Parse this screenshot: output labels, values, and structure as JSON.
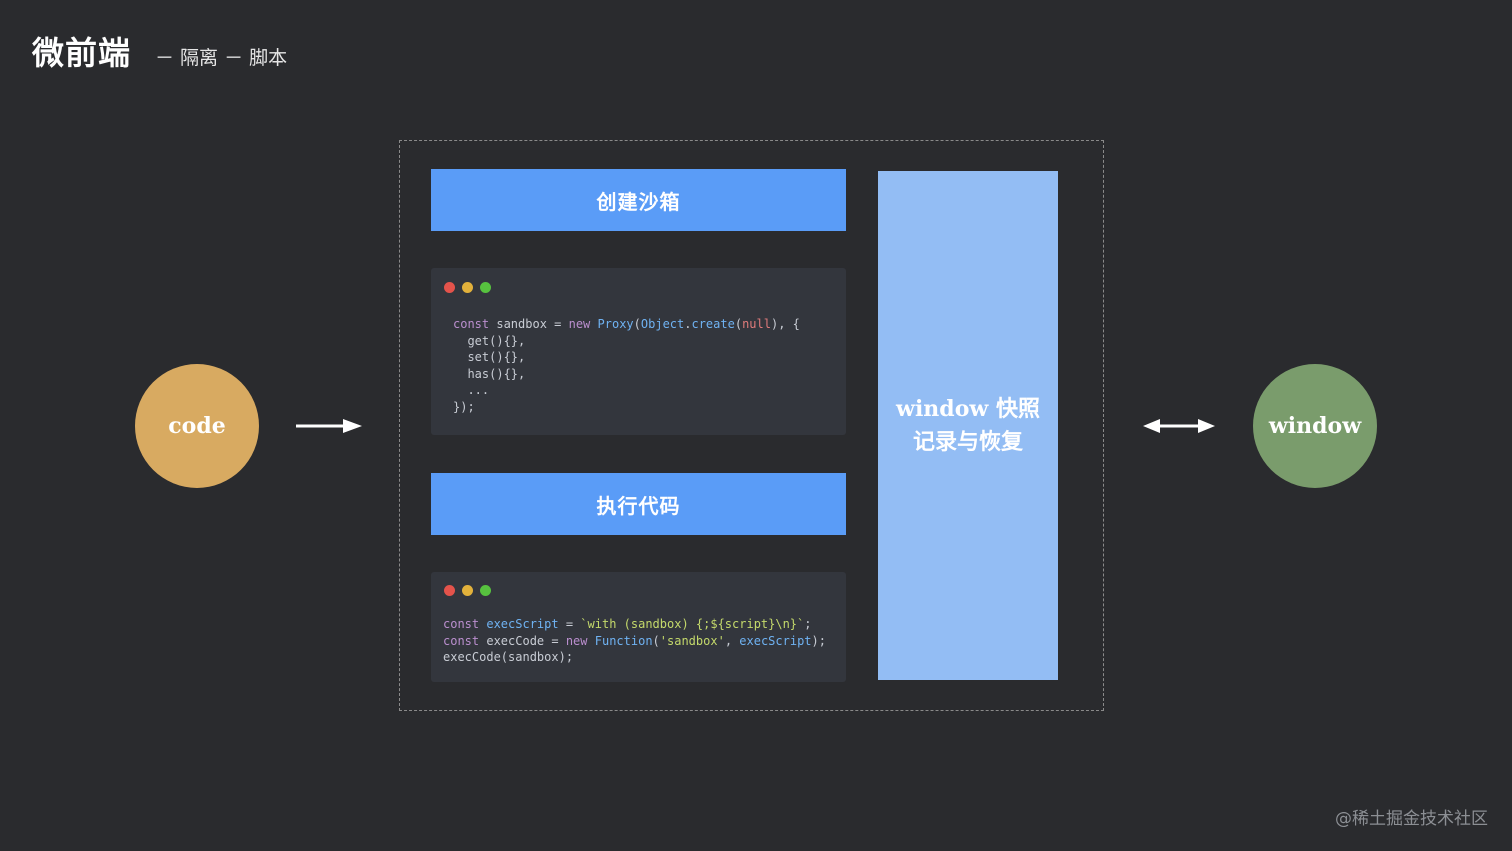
{
  "header": {
    "title": "微前端",
    "subtitle": "－ 隔离 － 脚本"
  },
  "nodes": {
    "code_label": "code",
    "window_label": "window"
  },
  "steps": {
    "create_label": "创建沙箱",
    "exec_label": "执行代码"
  },
  "snapshot": {
    "line1": "window 快照",
    "line2": "记录与恢复"
  },
  "code_panels": {
    "sandbox_code": [
      "const sandbox = new Proxy(Object.create(null), {",
      "  get(){},",
      "  set(){},",
      "  has(){},",
      "  ...",
      "});"
    ],
    "exec_code": [
      "const execScript = `with (sandbox) {;${script}\\n}`;",
      "const execCode = new Function('sandbox', execScript);",
      "execCode(sandbox);"
    ]
  },
  "colors": {
    "background": "#2a2b2e",
    "code_node": "#d8aa61",
    "window_node": "#7a9c6c",
    "step_bar": "#5a9cf7",
    "snapshot_panel": "#93bdf4",
    "code_panel": "#33363d"
  },
  "watermark": "@稀土掘金技术社区"
}
